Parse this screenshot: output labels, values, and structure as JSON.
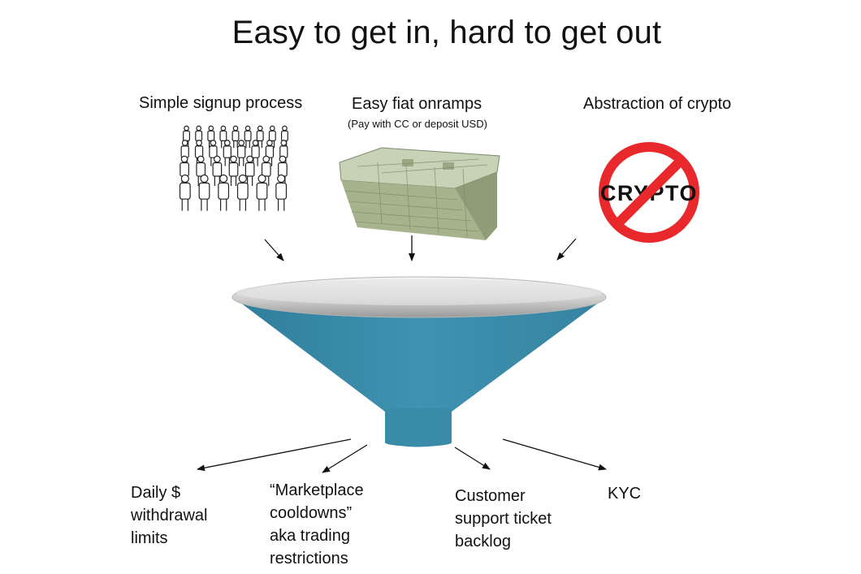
{
  "title": "Easy to get in, hard to get out",
  "inputs": [
    {
      "label": "Simple signup process",
      "icon": "crowd-icon"
    },
    {
      "label": "Easy fiat onramps",
      "sublabel": "(Pay with CC or deposit USD)",
      "icon": "money-stack-icon"
    },
    {
      "label": "Abstraction of crypto",
      "icon": "no-crypto-icon",
      "icon_text": "CRYPTO"
    }
  ],
  "outputs": [
    {
      "text": "Daily $\nwithdrawal\nlimits"
    },
    {
      "text": "“Marketplace\ncooldowns”\naka trading\nrestrictions"
    },
    {
      "text": "Customer\nsupport ticket\nbacklog"
    },
    {
      "text": "KYC"
    }
  ],
  "colors": {
    "funnel_body": "#3a8ba8",
    "funnel_rim": "#b8b8b8",
    "no_sign": "#e8282a",
    "money": "#9fae86"
  }
}
